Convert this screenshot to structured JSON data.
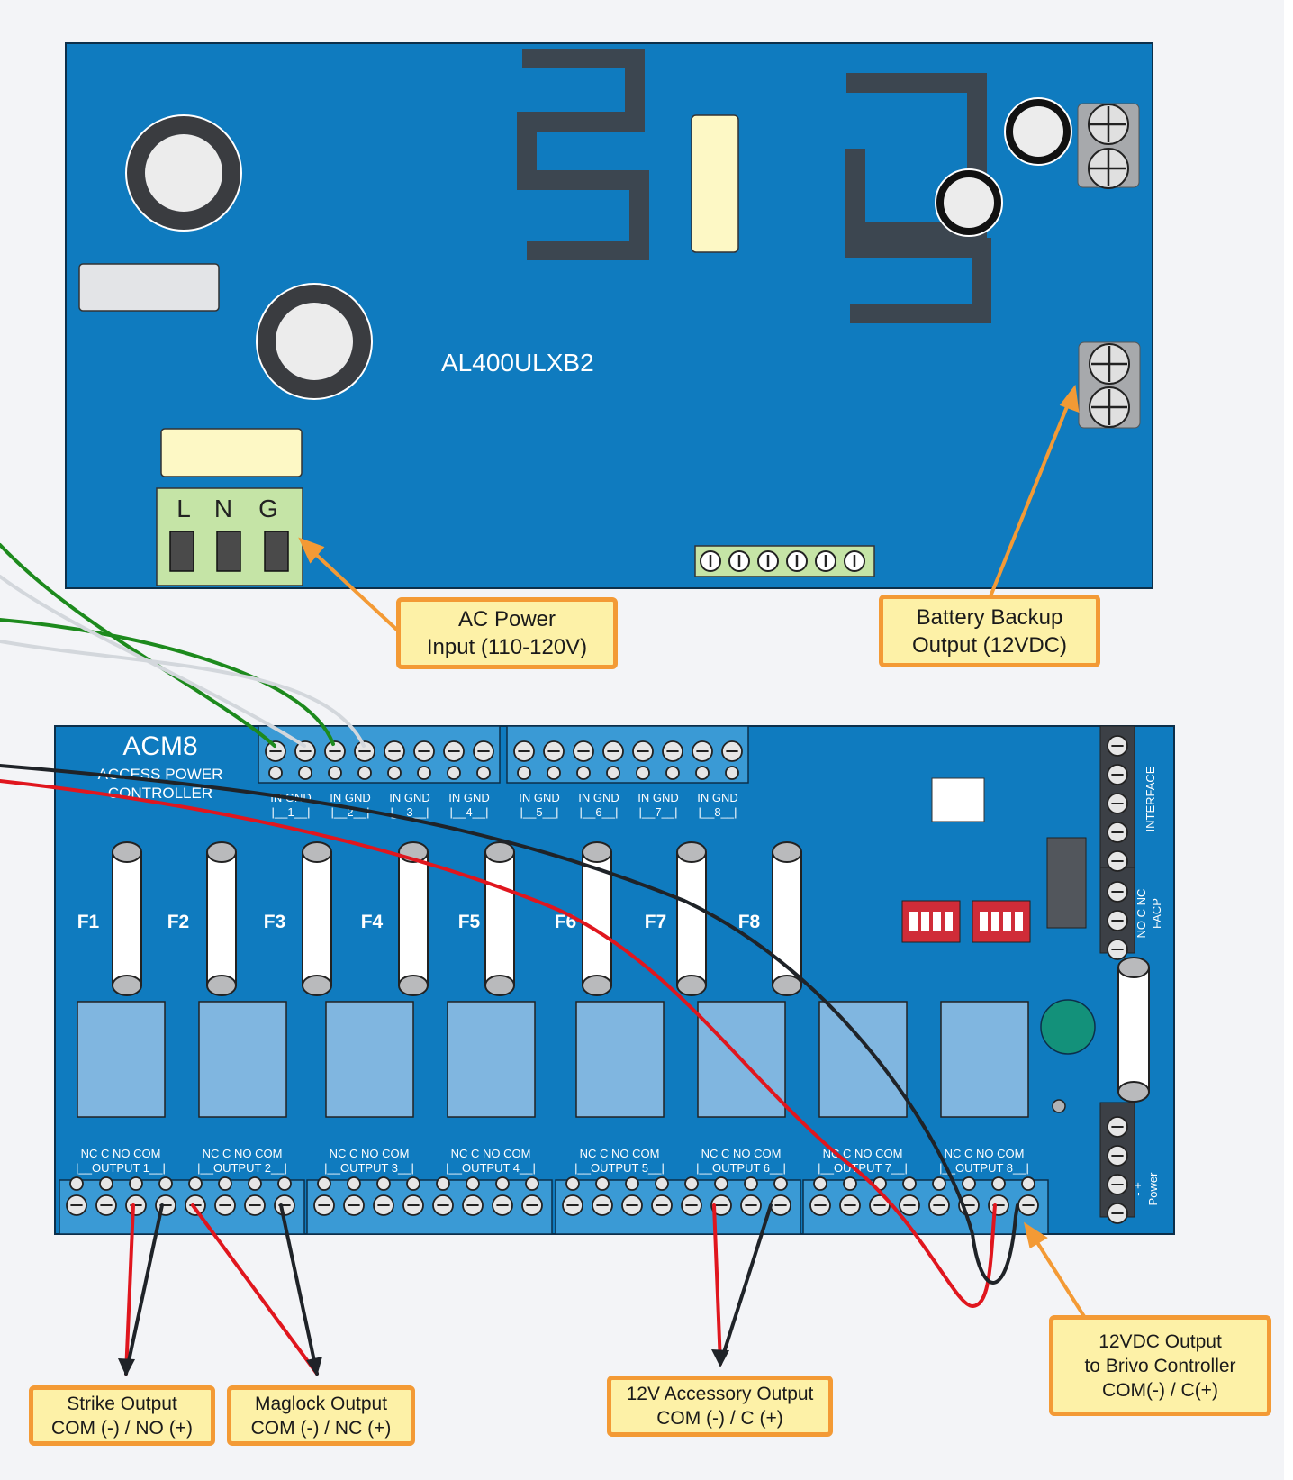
{
  "psu": {
    "model": "AL400ULXB2",
    "ac_terminal_labels": [
      "L",
      "N",
      "G"
    ]
  },
  "acm8": {
    "title": "ACM8",
    "subtitle_line1": "ACCESS POWER",
    "subtitle_line2": "CONTROLLER",
    "inputs": [
      {
        "head": "IN  GND",
        "num": "|__1__|"
      },
      {
        "head": "IN  GND",
        "num": "|__2__|"
      },
      {
        "head": "IN  GND",
        "num": "|__3__|"
      },
      {
        "head": "IN  GND",
        "num": "|__4__|"
      },
      {
        "head": "IN  GND",
        "num": "|__5__|"
      },
      {
        "head": "IN  GND",
        "num": "|__6__|"
      },
      {
        "head": "IN  GND",
        "num": "|__7__|"
      },
      {
        "head": "IN  GND",
        "num": "|__8__|"
      }
    ],
    "fuses": [
      "F1",
      "F2",
      "F3",
      "F4",
      "F5",
      "F6",
      "F7",
      "F8"
    ],
    "outputs": [
      {
        "head": "NC  C  NO  COM",
        "label": "|__OUTPUT 1__|"
      },
      {
        "head": "NC  C  NO  COM",
        "label": "|__OUTPUT 2__|"
      },
      {
        "head": "NC  C  NO  COM",
        "label": "|__OUTPUT 3__|"
      },
      {
        "head": "NC  C  NO  COM",
        "label": "|__OUTPUT 4__|"
      },
      {
        "head": "NC  C  NO  COM",
        "label": "|__OUTPUT 5__|"
      },
      {
        "head": "NC  C  NO  COM",
        "label": "|__OUTPUT 6__|"
      },
      {
        "head": "NC  C  NO  COM",
        "label": "|__OUTPUT 7__|"
      },
      {
        "head": "NC  C  NO  COM",
        "label": "|__OUTPUT 8__|"
      }
    ],
    "interface_label": "INTERFACE",
    "facp_line1": "NO  C  NC",
    "facp_line2": "FACP",
    "power_line1": "-   +",
    "power_line2": "Power"
  },
  "callouts": {
    "ac_power": [
      "AC Power",
      "Input (110-120V)"
    ],
    "battery": [
      "Battery Backup",
      "Output (12VDC)"
    ],
    "strike": [
      "Strike Output",
      "COM (-) / NO (+)"
    ],
    "maglock": [
      "Maglock Output",
      "COM (-) / NC (+)"
    ],
    "accessory": [
      "12V Accessory Output",
      "COM (-) / C (+)"
    ],
    "brivo": [
      "12VDC Output",
      "to Brivo Controller",
      "COM(-) / C(+)"
    ]
  },
  "colors": {
    "board_blue": "#0f7bbf",
    "terminal_blue": "#3a9ad5",
    "relay_blue": "#80b6e0",
    "callout_fill": "#fdf1a7",
    "callout_border": "#f39a35",
    "wire_red": "#e0161e",
    "wire_black": "#1f2328",
    "wire_green": "#1d8a1d",
    "wire_gray": "#d3d7dc",
    "trace_gray": "#3c4650",
    "ac_block_green": "#c5e4a6",
    "dip_red": "#d02c38",
    "led_teal": "#13917a"
  }
}
